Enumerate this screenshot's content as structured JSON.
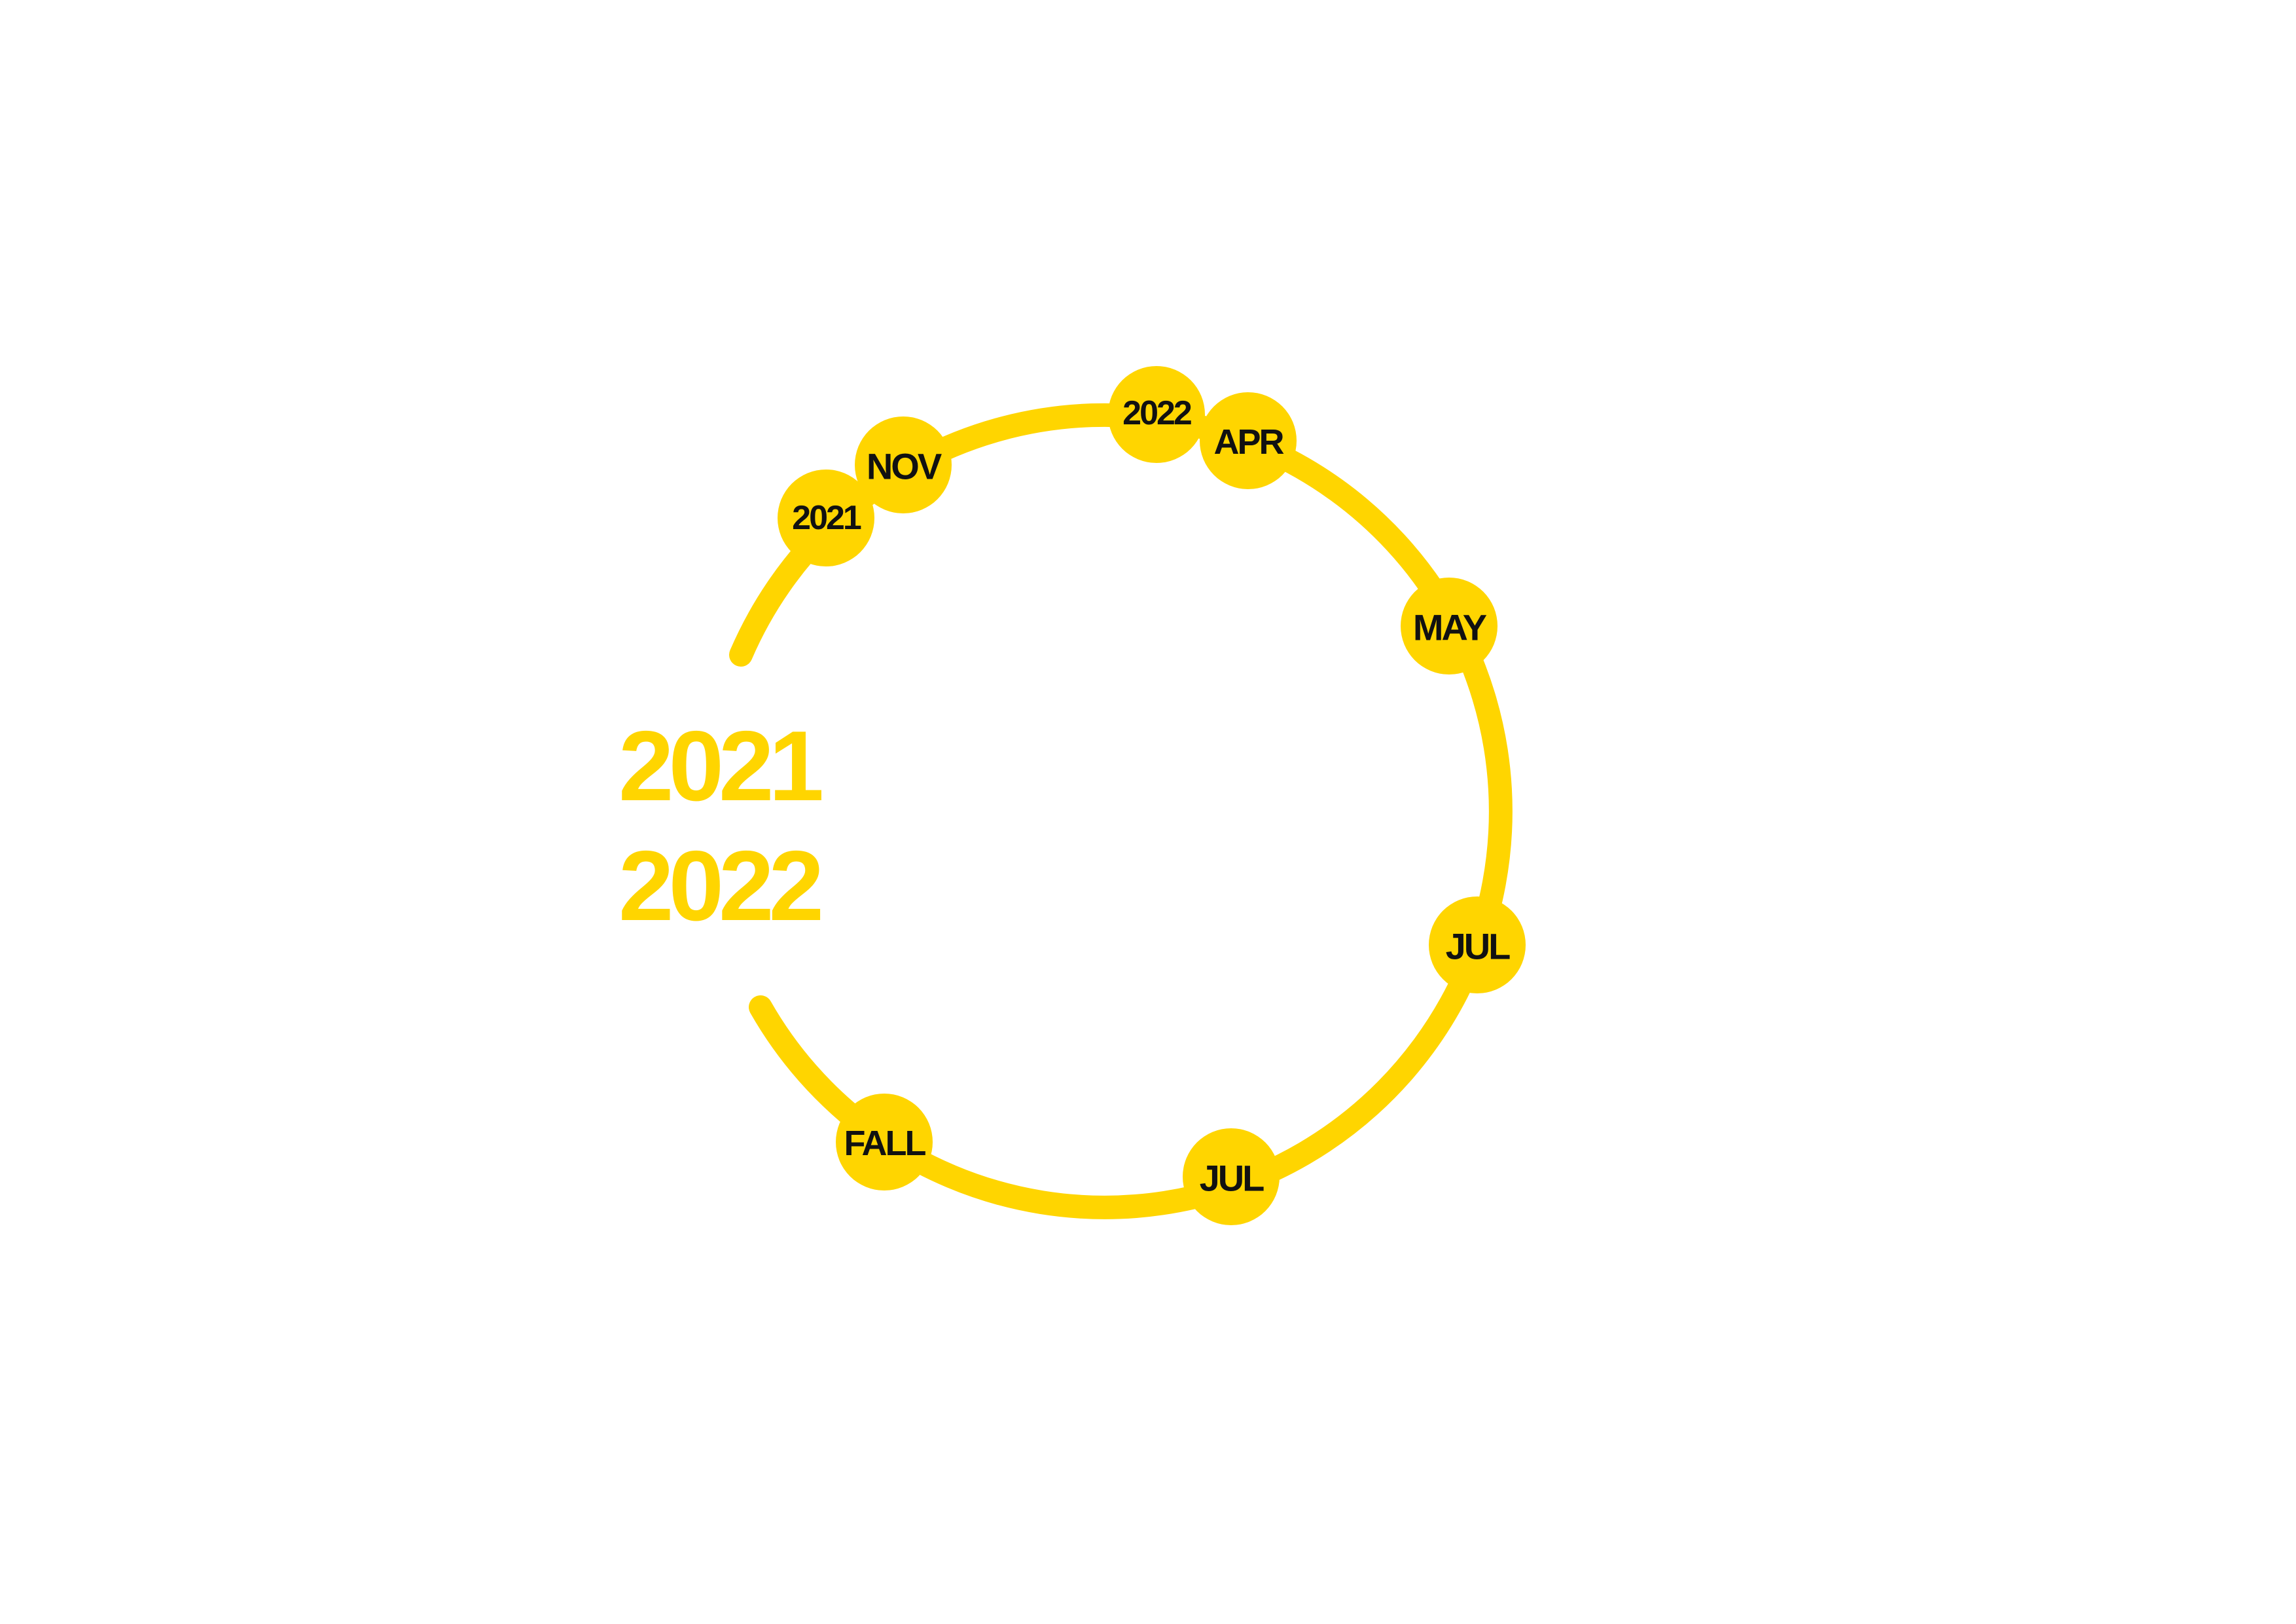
{
  "colors": {
    "accent": "#FFD500",
    "label_text": "#111111",
    "background": "#FFFFFF"
  },
  "center_title": {
    "line1": "2021",
    "line2": "2022"
  },
  "milestones": [
    {
      "label": "2021"
    },
    {
      "label": "NOV"
    },
    {
      "label": "2022"
    },
    {
      "label": "APR"
    },
    {
      "label": "MAY"
    },
    {
      "label": "JUL"
    },
    {
      "label": "JUL"
    },
    {
      "label": "FALL"
    }
  ]
}
